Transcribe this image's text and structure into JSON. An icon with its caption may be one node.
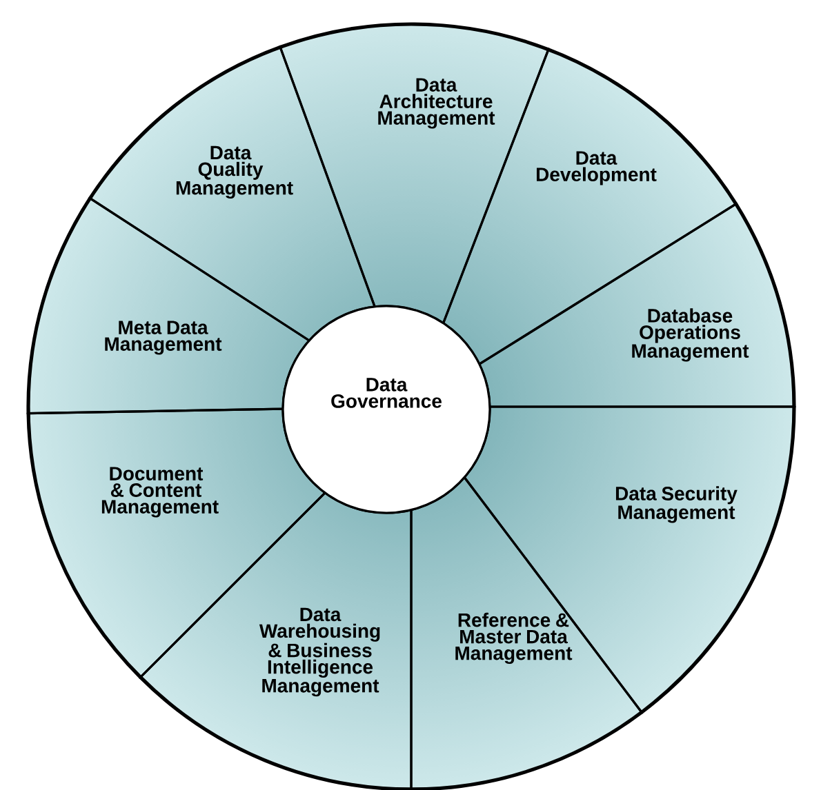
{
  "diagram": {
    "nodes": [
      {
        "text": [
          "Data Architecture Management"
        ]
      },
      {
        "text": [
          "Data Development"
        ]
      },
      {
        "text": [
          "Database Operations Management"
        ]
      },
      {
        "text": [
          "Data Security Management"
        ]
      },
      {
        "text": [
          "Reference & Master Data Management"
        ]
      },
      {
        "text": [
          "Data Warehousing & Business Intelligence Management"
        ]
      },
      {
        "text": [
          "Document & Content Management"
        ]
      },
      {
        "text": [
          "Meta Data Management"
        ]
      },
      {
        "text": [
          "Data Quality Management"
        ]
      },
      {
        "text": [
          "Data Governance"
        ]
      }
    ]
  }
}
